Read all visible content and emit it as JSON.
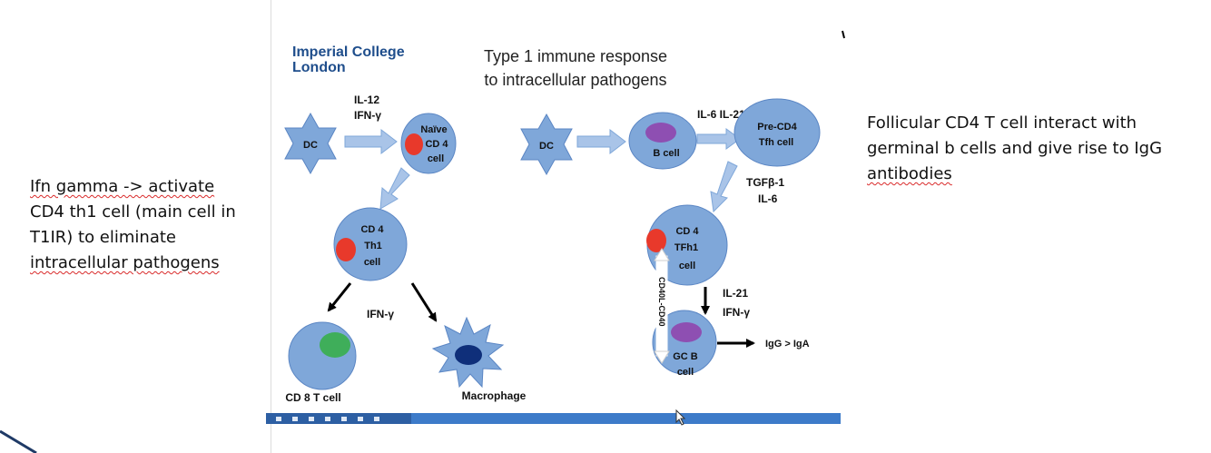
{
  "notes": {
    "left": [
      "Ifn gamma -> activate",
      "CD4 th1 cell (main cell in",
      "T1IR) to eliminate",
      "intracellular pathogens"
    ],
    "right": [
      "Follicular CD4 T cell interact with",
      "germinal b cells and give rise to IgG",
      "antibodies"
    ]
  },
  "slide": {
    "logo": [
      "Imperial College",
      "London"
    ],
    "title": [
      "Type 1 immune response",
      "to intracellular pathogens"
    ],
    "left_pathway": {
      "dc": "DC",
      "signal_top": [
        "IL-12",
        "IFN-γ"
      ],
      "naive": [
        "Naïve",
        "CD 4",
        "cell"
      ],
      "th1": [
        "CD 4",
        "Th1",
        "cell"
      ],
      "signal_mid": "IFN-γ",
      "cd8": "CD 8  T cell",
      "macrophage": "Macrophage"
    },
    "right_pathway": {
      "dc": "DC",
      "bcell": "B cell",
      "signal_top": "IL-6 IL-21",
      "pretfh": [
        "Pre-CD4",
        "Tfh cell"
      ],
      "signal_side": [
        "TGFβ-1",
        "IL-6"
      ],
      "tfh1": [
        "CD 4",
        "TFh1",
        "cell"
      ],
      "signal_low": [
        "IL-21",
        "IFN-γ"
      ],
      "cd40": "CD40L-CD40",
      "gcb": [
        "GC B",
        "cell"
      ],
      "output": "IgG > IgA"
    }
  },
  "colors": {
    "cell_fill": "#7fa7d9",
    "cell_stroke": "#5b86c4",
    "nucleus_red": "#e8392b",
    "nucleus_purple": "#8e4fb2",
    "nucleus_green": "#3fae5a",
    "nucleus_navy": "#0f2f7a",
    "logo_blue": "#1f4e8c",
    "arrow_fill": "#a9c4e8",
    "progress_bar": "#3d7bc9"
  }
}
